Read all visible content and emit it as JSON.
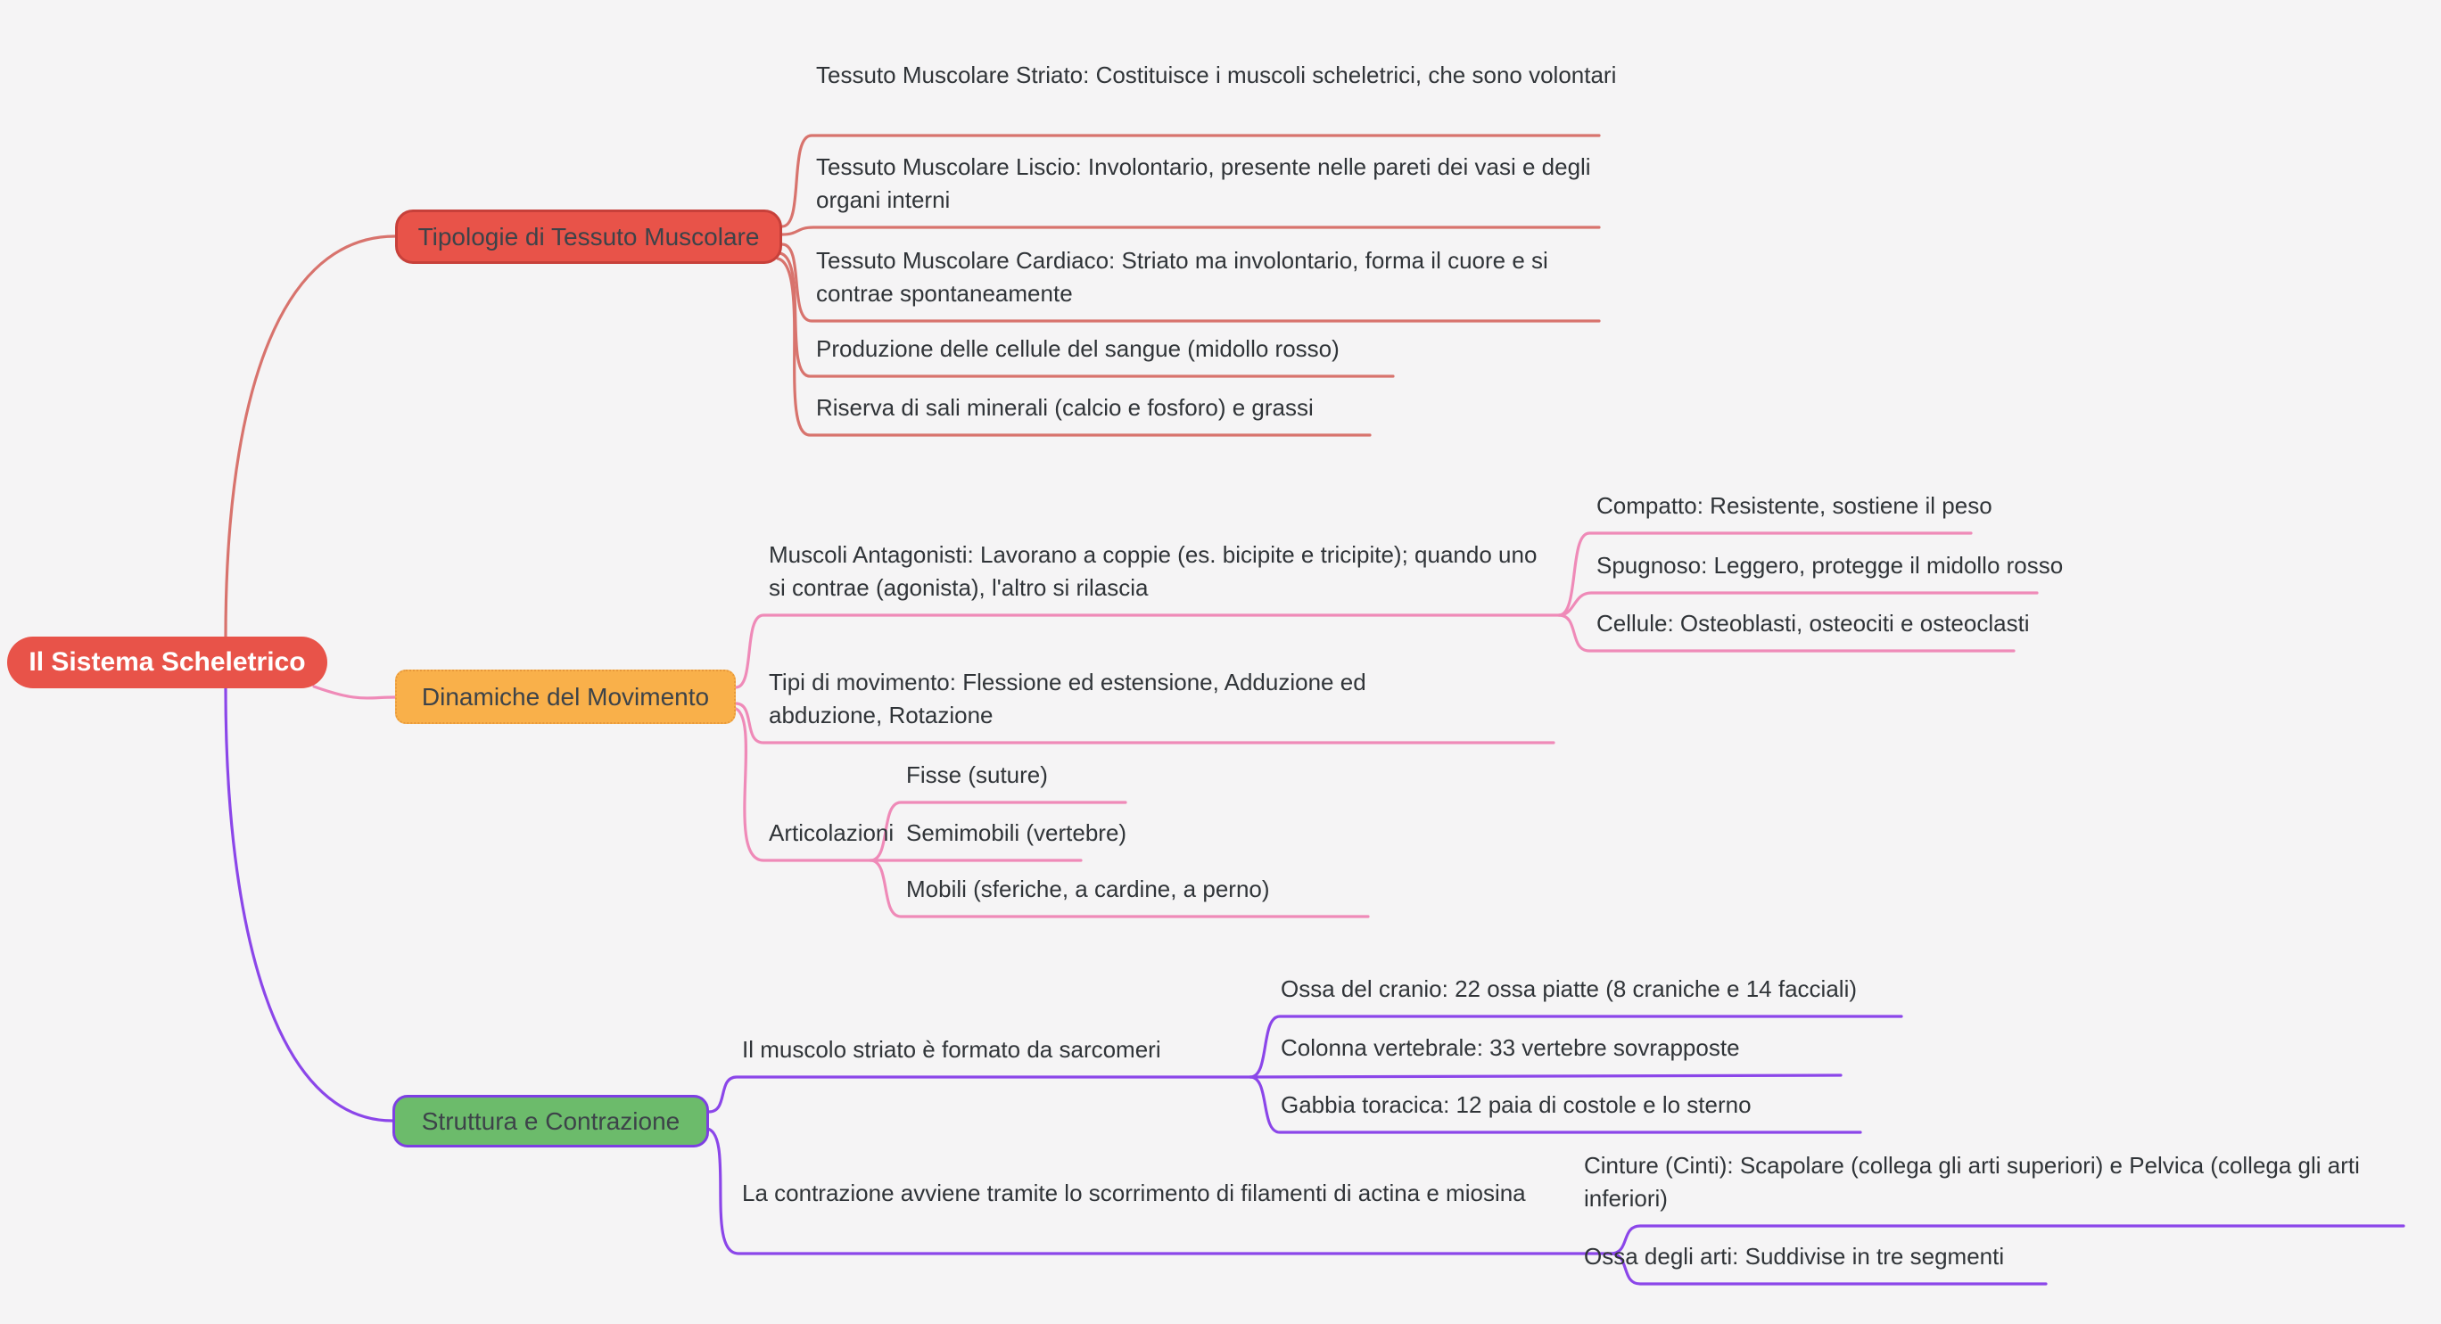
{
  "root": {
    "label": "Il Sistema Scheletrico"
  },
  "branches": [
    {
      "label": "Tipologie di Tessuto Muscolare",
      "children": [
        {
          "text": "Tessuto Muscolare Striato: Costituisce i muscoli scheletrici, che sono volontari"
        },
        {
          "text": "Tessuto Muscolare Liscio: Involontario, presente nelle pareti dei vasi e degli organi interni"
        },
        {
          "text": "Tessuto Muscolare Cardiaco: Striato ma involontario, forma il cuore e si contrae spontaneamente"
        },
        {
          "text": "Produzione delle cellule del sangue (midollo rosso)"
        },
        {
          "text": "Riserva di sali minerali (calcio e fosforo) e grassi"
        }
      ]
    },
    {
      "label": "Dinamiche del Movimento",
      "children": [
        {
          "text": "Muscoli Antagonisti: Lavorano a coppie (es. bicipite e tricipite); quando uno si contrae (agonista), l'altro si rilascia",
          "children": [
            {
              "text": "Compatto: Resistente, sostiene il peso"
            },
            {
              "text": "Spugnoso: Leggero, protegge il midollo rosso"
            },
            {
              "text": "Cellule: Osteoblasti, osteociti e osteoclasti"
            }
          ]
        },
        {
          "text": "Tipi di movimento: Flessione ed estensione, Adduzione ed abduzione, Rotazione"
        },
        {
          "text": "Articolazioni",
          "children": [
            {
              "text": "Fisse (suture)"
            },
            {
              "text": "Semimobili (vertebre)"
            },
            {
              "text": "Mobili (sferiche, a cardine, a perno)"
            }
          ]
        }
      ]
    },
    {
      "label": "Struttura e Contrazione",
      "children": [
        {
          "text": "Il muscolo striato è formato da sarcomeri",
          "children": [
            {
              "text": "Ossa del cranio: 22 ossa piatte (8 craniche e 14 facciali)"
            },
            {
              "text": "Colonna vertebrale: 33 vertebre sovrapposte"
            },
            {
              "text": "Gabbia toracica: 12 paia di costole e lo sterno"
            }
          ]
        },
        {
          "text": "La contrazione avviene tramite lo scorrimento di filamenti di actina e miosina",
          "children": [
            {
              "text": "Cinture (Cinti): Scapolare (collega gli arti superiori) e Pelvica (collega gli arti inferiori)"
            },
            {
              "text": "Ossa degli arti: Suddivise in tre segmenti"
            }
          ]
        }
      ]
    }
  ],
  "colors": {
    "bg": "#f5f4f5",
    "node-red": "#e85349",
    "node-red-border": "#c7403a",
    "node-orange": "#f9b04a",
    "node-orange-border": "#e8993b",
    "node-green": "#6cbb6b",
    "node-purple-border": "#7d3fe2",
    "line-red": "#d8736d",
    "line-pink": "#ef8ab8",
    "line-purple": "#8b46e9"
  }
}
